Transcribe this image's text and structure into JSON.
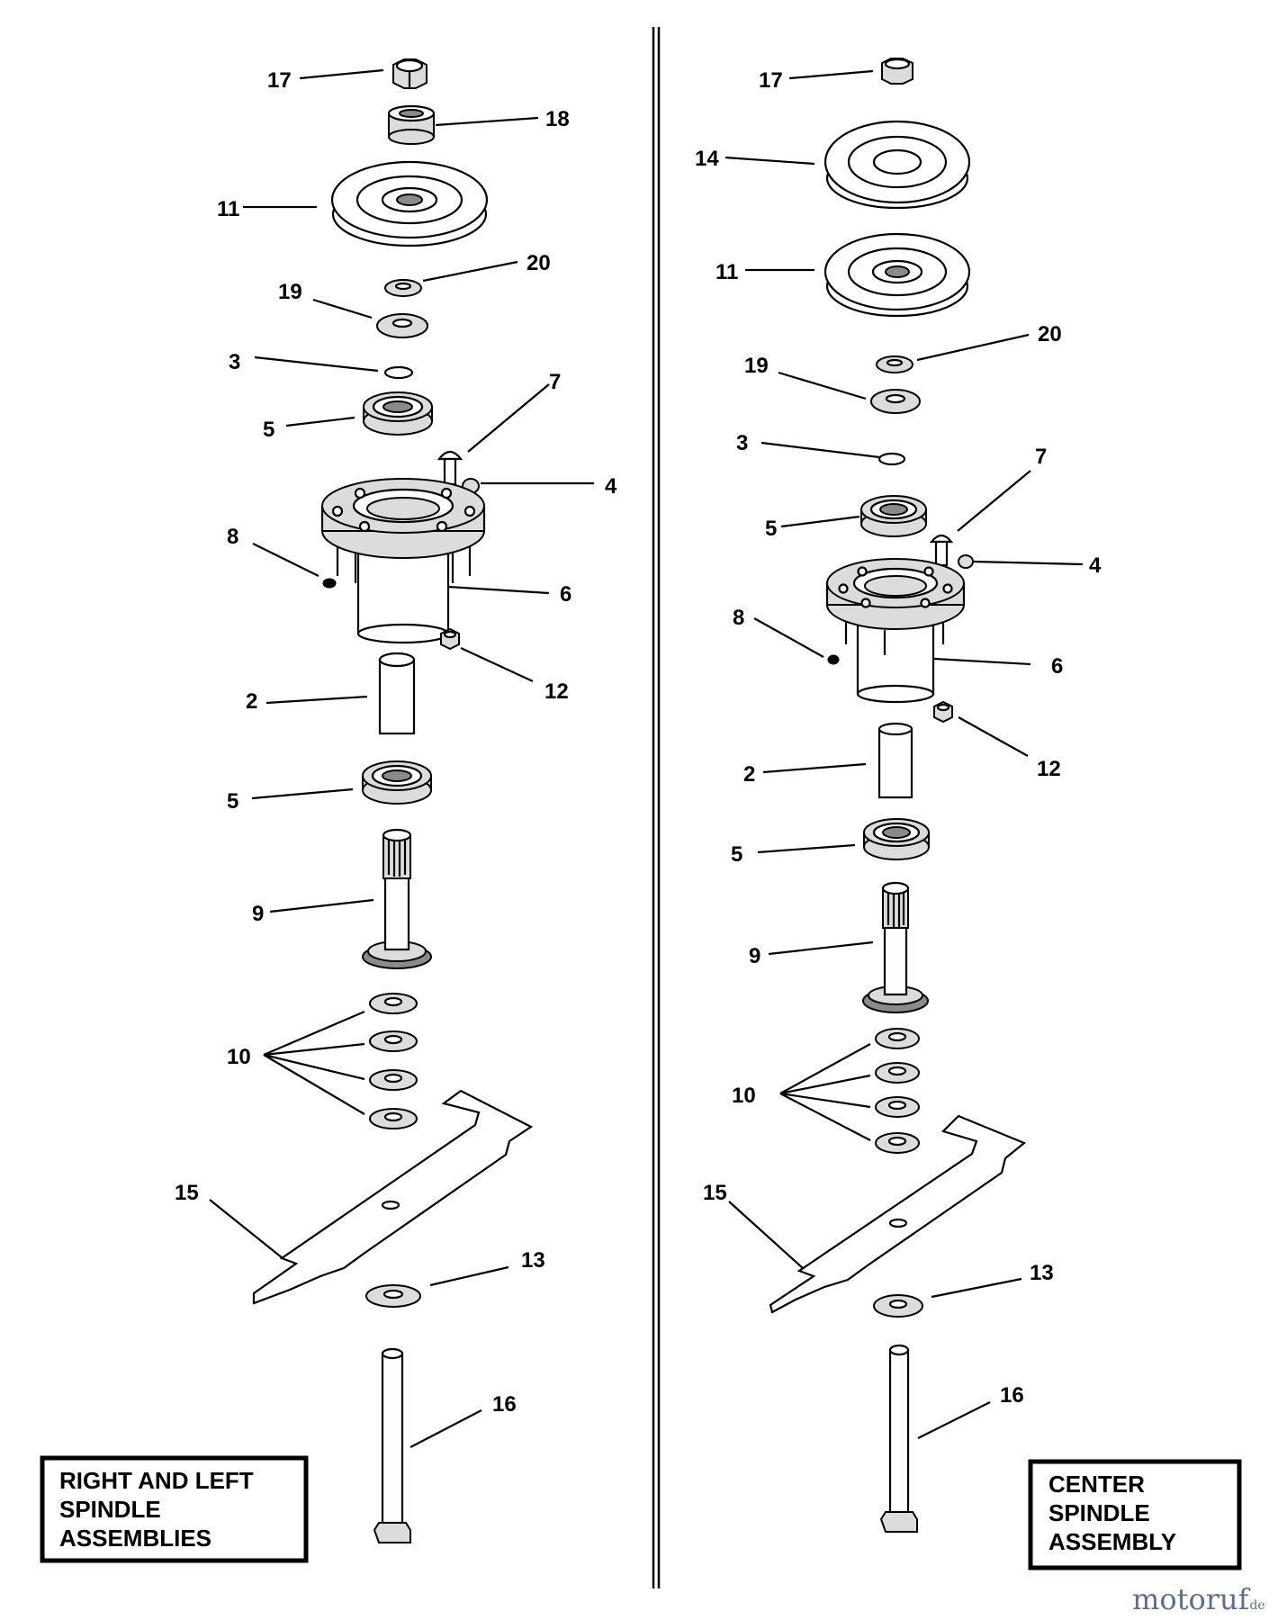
{
  "left_panel": {
    "title_lines": [
      "RIGHT AND LEFT",
      "SPINDLE",
      "ASSEMBLIES"
    ],
    "callouts": {
      "c17": "17",
      "c18": "18",
      "c11": "11",
      "c20": "20",
      "c19": "19",
      "c3": "3",
      "c7": "7",
      "c5a": "5",
      "c4": "4",
      "c8": "8",
      "c6": "6",
      "c12": "12",
      "c2": "2",
      "c5b": "5",
      "c9": "9",
      "c10": "10",
      "c15": "15",
      "c13": "13",
      "c16": "16"
    }
  },
  "right_panel": {
    "title_lines": [
      "CENTER",
      "SPINDLE",
      "ASSEMBLY"
    ],
    "callouts": {
      "c17": "17",
      "c14": "14",
      "c11": "11",
      "c20": "20",
      "c19": "19",
      "c3": "3",
      "c7": "7",
      "c5a": "5",
      "c4": "4",
      "c8": "8",
      "c6": "6",
      "c12": "12",
      "c2": "2",
      "c5b": "5",
      "c9": "9",
      "c10": "10",
      "c15": "15",
      "c13": "13",
      "c16": "16"
    }
  },
  "watermark": {
    "main": "motoruf",
    "suffix": ".de"
  }
}
